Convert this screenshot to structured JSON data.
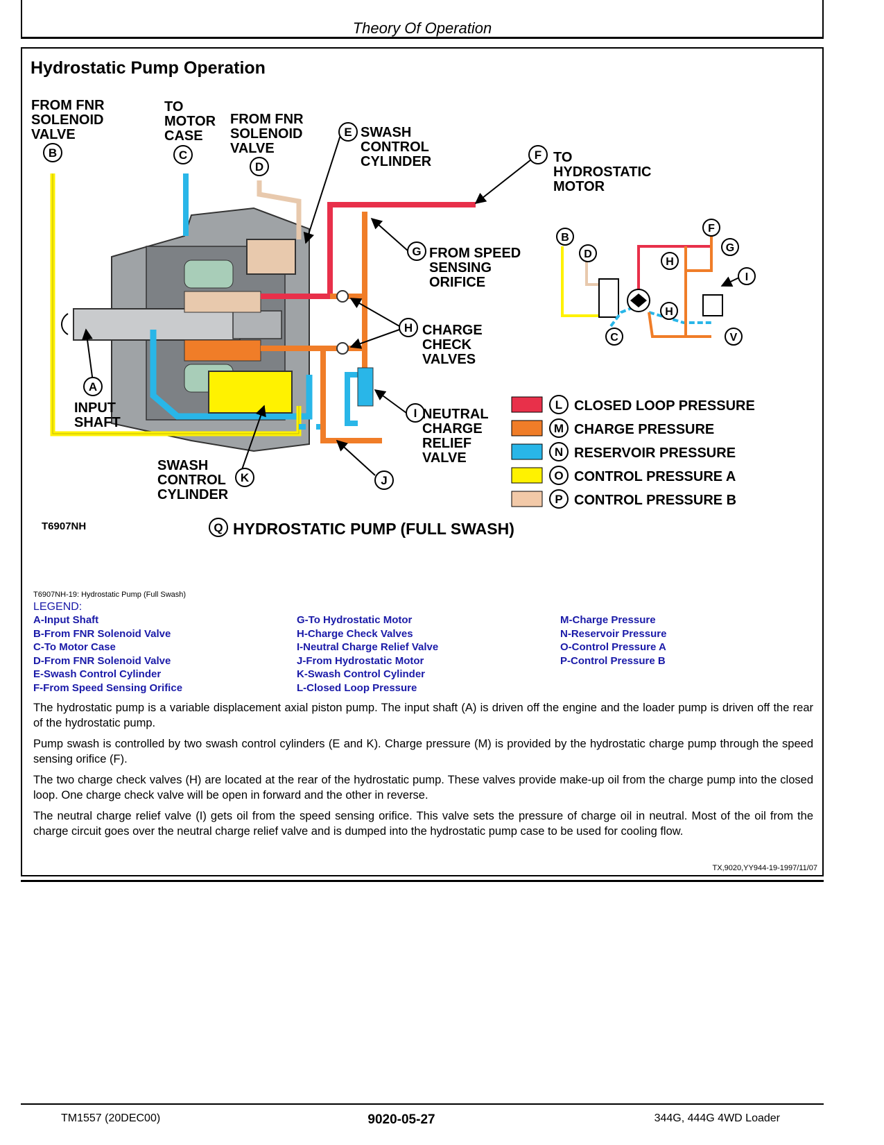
{
  "header": {
    "title": "Theory Of Operation"
  },
  "section_title": "Hydrostatic Pump Operation",
  "diagram": {
    "callouts": {
      "b": [
        "FROM FNR",
        "SOLENOID",
        "VALVE"
      ],
      "c": [
        "TO",
        "MOTOR",
        "CASE"
      ],
      "d": [
        "FROM FNR",
        "SOLENOID",
        "VALVE"
      ],
      "e": [
        "SWASH",
        "CONTROL",
        "CYLINDER"
      ],
      "f": [
        "TO",
        "HYDROSTATIC",
        "MOTOR"
      ],
      "g": [
        "FROM SPEED",
        "SENSING",
        "ORIFICE"
      ],
      "h": [
        "CHARGE",
        "CHECK",
        "VALVES"
      ],
      "i": [
        "NEUTRAL",
        "CHARGE",
        "RELIEF",
        "VALVE"
      ],
      "a": [
        "INPUT",
        "SHAFT"
      ],
      "k": [
        "SWASH",
        "CONTROL",
        "CYLINDER"
      ]
    },
    "letters": [
      "A",
      "B",
      "C",
      "D",
      "E",
      "F",
      "G",
      "H",
      "I",
      "J",
      "K",
      "L",
      "M",
      "N",
      "O",
      "P",
      "Q",
      "V"
    ],
    "legend": [
      {
        "letter": "L",
        "label": "CLOSED LOOP PRESSURE",
        "color": "#e8304a"
      },
      {
        "letter": "M",
        "label": "CHARGE PRESSURE",
        "color": "#f07d28"
      },
      {
        "letter": "N",
        "label": "RESERVOIR PRESSURE",
        "color": "#29b6e8"
      },
      {
        "letter": "O",
        "label": "CONTROL PRESSURE A",
        "color": "#fff200"
      },
      {
        "letter": "P",
        "label": "CONTROL PRESSURE B",
        "color": "#f2c9a8"
      }
    ],
    "figure_id": "T6907NH",
    "figure_title": "HYDROSTATIC PUMP (FULL SWASH)"
  },
  "figure_caption": "T6907NH-19: Hydrostatic Pump (Full Swash)",
  "legend_heading": "LEGEND:",
  "legend_columns": [
    [
      "A-Input Shaft",
      "B-From FNR Solenoid Valve",
      "C-To Motor Case",
      "D-From FNR Solenoid Valve",
      "E-Swash Control Cylinder",
      "F-From Speed Sensing Orifice"
    ],
    [
      "G-To Hydrostatic Motor",
      "H-Charge Check Valves",
      "I-Neutral Charge Relief Valve",
      "J-From Hydrostatic Motor",
      "K-Swash Control Cylinder",
      "L-Closed Loop Pressure"
    ],
    [
      "M-Charge Pressure",
      "N-Reservoir Pressure",
      "O-Control Pressure A",
      "P-Control Pressure B"
    ]
  ],
  "paragraphs": [
    "The hydrostatic pump is a variable displacement axial piston pump. The input shaft (A) is driven off the engine and the loader pump is driven off the rear of the hydrostatic pump.",
    "Pump swash is controlled by two swash control cylinders (E and K). Charge pressure (M) is provided by the hydrostatic charge pump through the speed sensing orifice (F).",
    "The two charge check valves (H) are located at the rear of the hydrostatic pump. These valves provide make-up oil from the charge pump into the closed loop. One charge check valve will be open in forward and the other in reverse.",
    "The neutral charge relief valve (I) gets oil from the speed sensing orifice. This valve sets the pressure of charge oil in neutral. Most of the oil from the charge circuit goes over the neutral charge relief valve and is dumped into the hydrostatic pump case to be used for cooling flow."
  ],
  "reference_note": "TX,9020,YY944-19-1997/11/07",
  "footer": {
    "left": "TM1557 (20DEC00)",
    "center": "9020-05-27",
    "right": "344G, 444G 4WD Loader"
  }
}
